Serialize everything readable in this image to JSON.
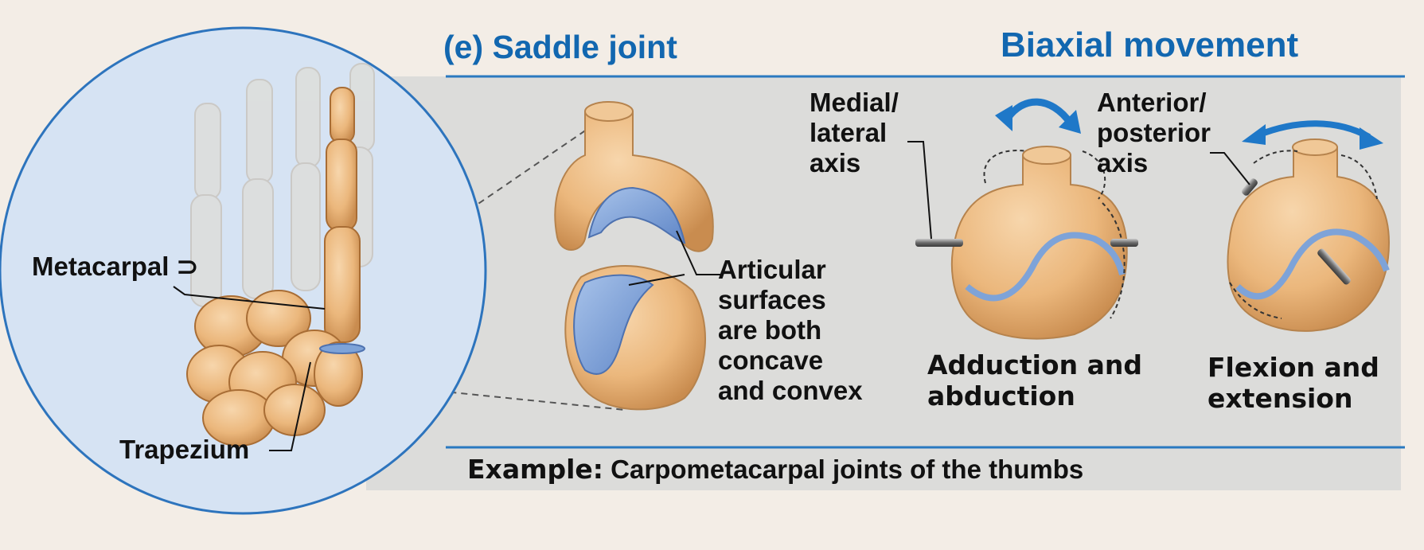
{
  "title_left": "(e) Saddle joint",
  "title_right": "Biaxial movement",
  "labels": {
    "metacarpal": "Metacarpal",
    "trapezium": "Trapezium",
    "articular": "Articular\nsurfaces\nare both\nconcave\nand convex",
    "medial_lateral_axis": "Medial/\nlateral\naxis",
    "anterior_posterior_axis": "Anterior/\nposterior\naxis"
  },
  "movements": {
    "adduction": "Adduction and\nabduction",
    "flexion": "Flexion and\nextension"
  },
  "example": {
    "label": "Example:",
    "text": "Carpometacarpal joints of the thumbs"
  },
  "colors": {
    "title_blue": "#1267b0",
    "panel_gray": "#dcdcda",
    "background": "#f3ede6",
    "circle_fill": "#d6e3f3",
    "bone": "#e9b77e",
    "cartilage": "#7ea3d8",
    "arrow_blue": "#1f78c8"
  },
  "icons": [
    "curved-arrow-icon",
    "double-arrow-icon"
  ]
}
